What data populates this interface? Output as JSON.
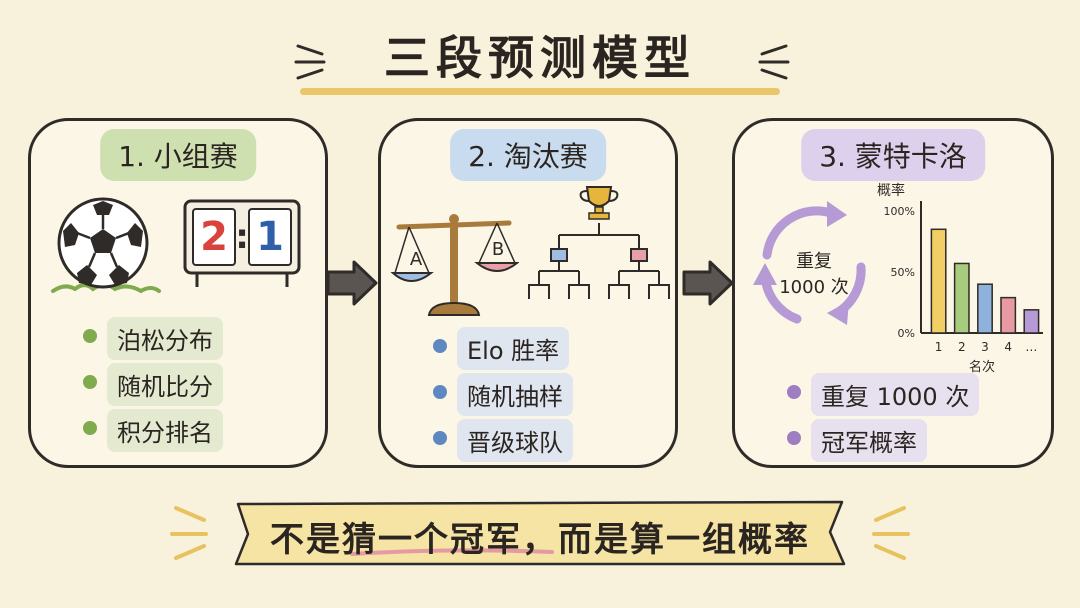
{
  "title": "三段预测模型",
  "panels": [
    {
      "label": "1. 小组赛",
      "score": {
        "home": "2",
        "separator": ":",
        "away": "1"
      },
      "bullets": [
        "泊松分布",
        "随机比分",
        "积分排名"
      ]
    },
    {
      "label": "2. 淘汰赛",
      "scale": {
        "left": "A",
        "right": "B"
      },
      "bullets": [
        "Elo 胜率",
        "随机抽样",
        "晋级球队"
      ]
    },
    {
      "label": "3. 蒙特卡洛",
      "cycle": {
        "line1": "重复",
        "line2": "1000 次"
      },
      "bullets": [
        "重复 1000 次",
        "冠军概率"
      ]
    }
  ],
  "chart_data": {
    "type": "bar",
    "title": "概率",
    "xlabel": "名次",
    "ylabel": "",
    "categories": [
      "1",
      "2",
      "3",
      "4",
      "…"
    ],
    "values": [
      85,
      57,
      40,
      29,
      19
    ],
    "ylim": [
      0,
      100
    ],
    "ytick_labels": [
      "100%",
      "50%",
      "0%"
    ],
    "bar_colors": [
      "#f1cf65",
      "#a8cc7e",
      "#8fb2dc",
      "#e79aa3",
      "#b69ad6"
    ]
  },
  "banner": {
    "text": "不是猜一个冠军，而是算一组概率"
  },
  "colors": {
    "background": "#f8f2dc",
    "outline": "#2f2b28",
    "green": "#7faa4e",
    "blue": "#5f88c2",
    "purple": "#9f7dc1",
    "accent_yellow": "#e8c25e",
    "score_red": "#d9433b",
    "score_blue": "#2f5fa8"
  },
  "icons": [
    "soccer-ball-icon",
    "scoreboard-icon",
    "balance-scale-icon",
    "trophy-icon",
    "bracket-icon",
    "cycle-arrows-icon",
    "bar-chart-icon"
  ]
}
